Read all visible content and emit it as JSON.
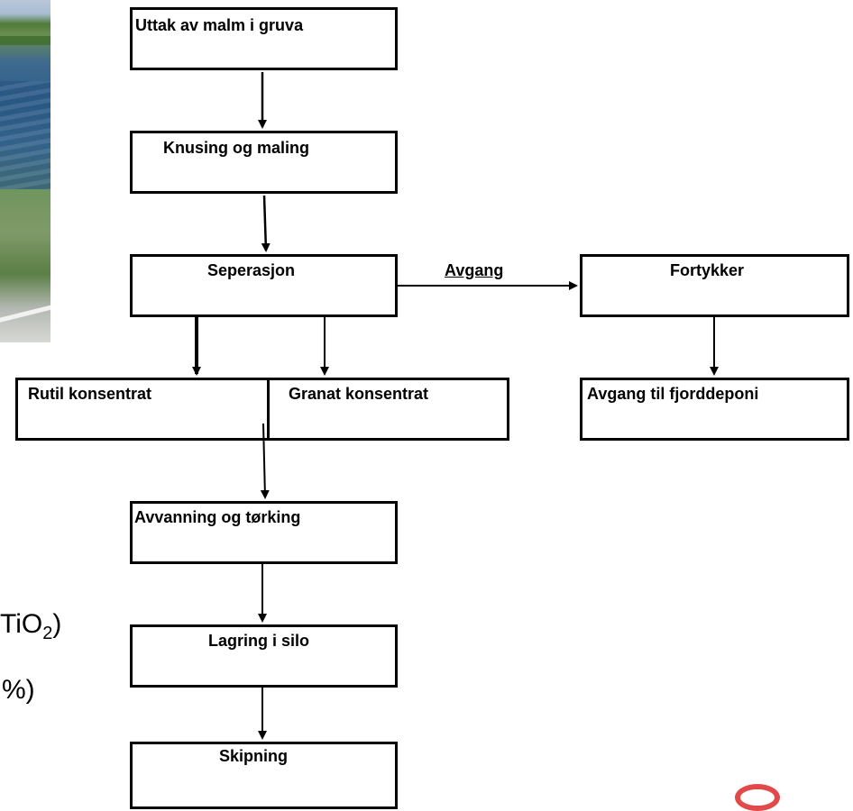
{
  "diagram": {
    "boxes": {
      "uttak": "Uttak av malm i gruva",
      "knusing": "Knusing og maling",
      "seperasjon": "Seperasjon",
      "fortykker": "Fortykker",
      "rutil": "Rutil konsentrat",
      "granat": "Granat konsentrat",
      "fjorddeponi": "Avgang til fjorddeponi",
      "avvanning": "Avvanning og tørking",
      "lagring": "Lagring i silo",
      "skipning": "Skipning"
    },
    "edge_labels": {
      "avgang": "Avgang"
    }
  },
  "side_text": {
    "line1_prefix": "TiO",
    "line1_sub": "2",
    "line1_suffix": ")",
    "line2": "%)"
  },
  "colors": {
    "border": "#000000",
    "logo": "#e24a4a"
  }
}
